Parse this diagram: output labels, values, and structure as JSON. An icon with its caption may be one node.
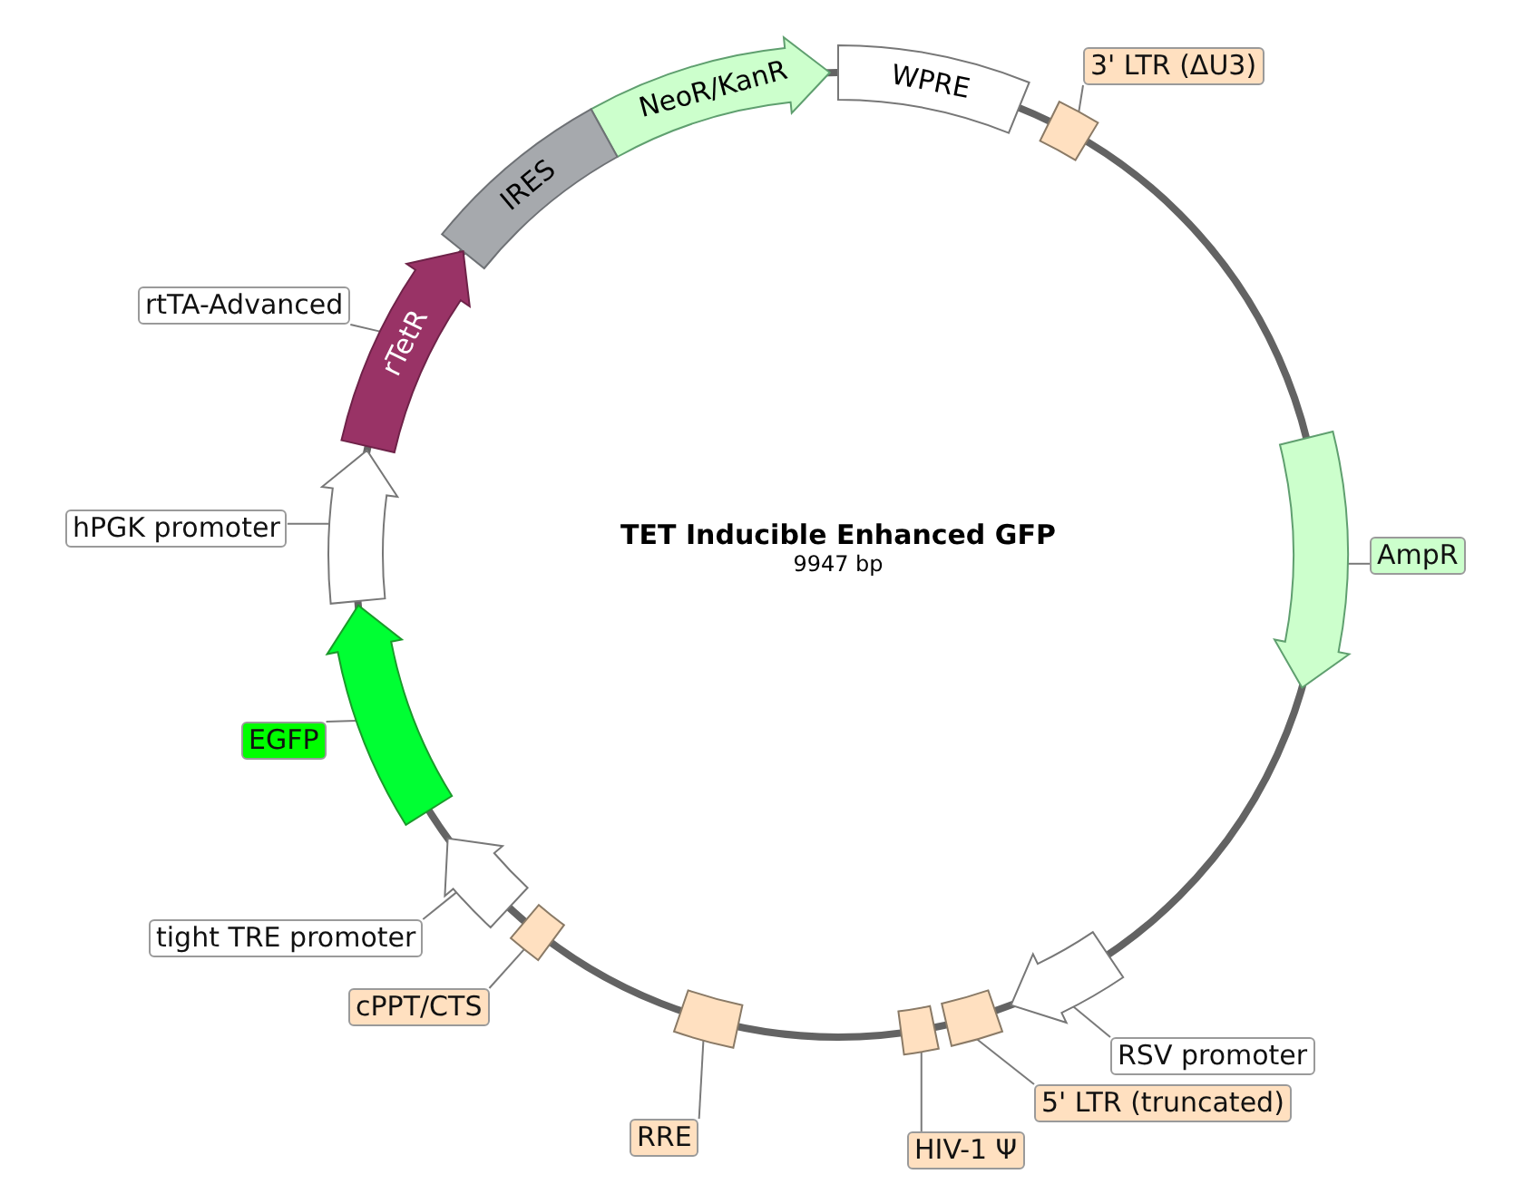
{
  "diagram": {
    "title": "TET Inducible Enhanced GFP",
    "nodes": [
      {
        "text": [
          "NeoR/KanR"
        ]
      },
      {
        "text": [
          "WPRE"
        ]
      },
      {
        "text": [
          "IRES"
        ]
      },
      {
        "text": [
          "rTetR"
        ]
      },
      {
        "text": [],
        "shape": "box"
      },
      {
        "text": [
          "3' LTR (ΔU3)"
        ]
      },
      {
        "text": [],
        "shape": "arrow"
      },
      {
        "text": [
          "AmpR"
        ]
      },
      {
        "text": [],
        "shape": "arrow"
      },
      {
        "text": [
          "RSV promoter"
        ]
      },
      {
        "text": [],
        "shape": "box"
      },
      {
        "text": [
          "5' LTR (truncated)"
        ]
      },
      {
        "text": [],
        "shape": "box"
      },
      {
        "text": [
          "HIV-1 Ψ"
        ]
      },
      {
        "text": [],
        "shape": "box"
      },
      {
        "text": [
          "RRE"
        ]
      },
      {
        "text": [],
        "shape": "box"
      },
      {
        "text": [
          "cPPT/CTS"
        ]
      },
      {
        "text": [],
        "shape": "arrow"
      },
      {
        "text": [
          "tight TRE promoter"
        ]
      },
      {
        "text": [],
        "shape": "arrow"
      },
      {
        "text": [
          "EGFP"
        ]
      },
      {
        "text": [],
        "shape": "arrow"
      },
      {
        "text": [
          "hPGK promoter"
        ]
      },
      {
        "text": [
          "rtTA-Advanced"
        ]
      }
    ],
    "edges": [
      {
        "from": 5,
        "to": 4,
        "arrow": "none"
      },
      {
        "from": 7,
        "to": 6,
        "arrow": "none"
      },
      {
        "from": 9,
        "to": 8,
        "arrow": "none"
      },
      {
        "from": 11,
        "to": 10,
        "arrow": "none"
      },
      {
        "from": 13,
        "to": 12,
        "arrow": "none"
      },
      {
        "from": 15,
        "to": 14,
        "arrow": "none"
      },
      {
        "from": 17,
        "to": 16,
        "arrow": "none"
      },
      {
        "from": 19,
        "to": 18,
        "arrow": "none"
      },
      {
        "from": 21,
        "to": 20,
        "arrow": "none"
      },
      {
        "from": 23,
        "to": 22,
        "arrow": "none"
      },
      {
        "from": 24,
        "to": 3,
        "arrow": "none"
      }
    ],
    "labels": [
      "9947 bp"
    ]
  }
}
